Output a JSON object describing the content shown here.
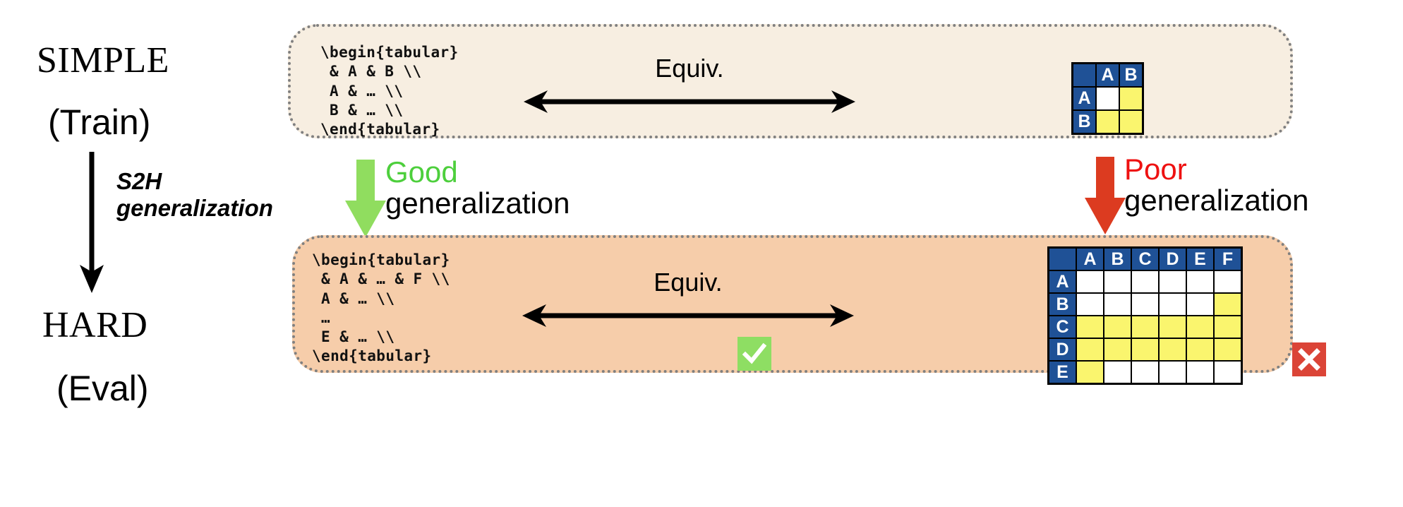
{
  "left_column": {
    "simple_title": "SIMPLE",
    "simple_sub": "(Train)",
    "hard_title": "HARD",
    "hard_sub": "(Eval)",
    "s2h_caption_line1": "S2H",
    "s2h_caption_line2": "generalization",
    "arrow_icon": "down-arrow-icon"
  },
  "simple_panel": {
    "code": "\\begin{tabular}\n & A & B \\\\\n A & … \\\\\n B & … \\\\\n\\end{tabular}",
    "equiv_label": "Equiv.",
    "background": "#f7eee1",
    "table": {
      "col_headers": [
        "",
        "A",
        "B"
      ],
      "row_headers": [
        "A",
        "B"
      ],
      "cells": [
        [
          "white",
          "yellow"
        ],
        [
          "yellow",
          "yellow"
        ]
      ]
    }
  },
  "hard_panel": {
    "code": "\\begin{tabular}\n & A & … & F \\\\\n A & … \\\\\n …\n E & … \\\\\n\\end{tabular}",
    "equiv_label": "Equiv.",
    "background": "#f6cdaa",
    "check_badge": "✔",
    "cross_badge": "✘",
    "table": {
      "col_headers": [
        "",
        "A",
        "B",
        "C",
        "D",
        "E",
        "F"
      ],
      "row_headers": [
        "A",
        "B",
        "C",
        "D",
        "E"
      ],
      "cells": [
        [
          "white",
          "white",
          "white",
          "white",
          "white",
          "white"
        ],
        [
          "white",
          "white",
          "white",
          "white",
          "white",
          "yellow"
        ],
        [
          "yellow",
          "yellow",
          "yellow",
          "yellow",
          "yellow",
          "yellow"
        ],
        [
          "yellow",
          "yellow",
          "yellow",
          "yellow",
          "yellow",
          "yellow"
        ],
        [
          "yellow",
          "white",
          "white",
          "white",
          "white",
          "white"
        ]
      ]
    }
  },
  "transitions": {
    "good": {
      "emphasis": "Good",
      "rest": "generalization",
      "arrow_icon": "down-arrow-icon",
      "text_color": "#4dcf3c",
      "arrow_color": "#90dd5f"
    },
    "poor": {
      "emphasis": "Poor",
      "rest": "generalization",
      "arrow_icon": "down-arrow-icon",
      "text_color": "#ee1111",
      "arrow_color": "#dc3b20"
    }
  },
  "colors": {
    "header_blue": "#1f5196",
    "cell_yellow": "#faf56e",
    "cell_white": "#ffffff",
    "check_green": "#8ede63",
    "cross_red": "#db4437",
    "panel_border": "#808080"
  }
}
